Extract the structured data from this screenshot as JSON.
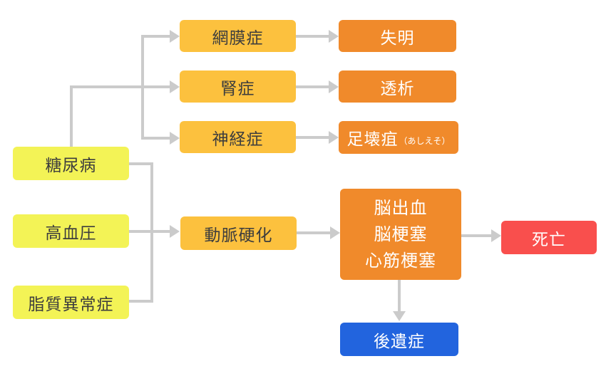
{
  "diagram": {
    "background": "#ffffff",
    "colors": {
      "yellow": "#f3f356",
      "amber": "#fcc13e",
      "orange": "#f08a2b",
      "red": "#f94f4d",
      "blue": "#2264de",
      "line": "#cbcbcb",
      "text-dark": "#3d3d3d",
      "text-light": "#ffffff"
    },
    "nodes": {
      "diabetes": {
        "label": "糖尿病"
      },
      "hypertension": {
        "label": "高血圧"
      },
      "dyslipidemia": {
        "label": "脂質異常症"
      },
      "retinopathy": {
        "label": "網膜症"
      },
      "nephropathy": {
        "label": "腎症"
      },
      "neuropathy": {
        "label": "神経症"
      },
      "arteriosclerosis": {
        "label": "動脈硬化"
      },
      "blindness": {
        "label": "失明"
      },
      "dialysis": {
        "label": "透析"
      },
      "gangrene": {
        "label": "足壊疽",
        "reading": "（あしえそ）"
      },
      "stroke": {
        "lines": [
          "脳出血",
          "脳梗塞",
          "心筋梗塞"
        ]
      },
      "death": {
        "label": "死亡"
      },
      "aftereffects": {
        "label": "後遺症"
      }
    }
  }
}
